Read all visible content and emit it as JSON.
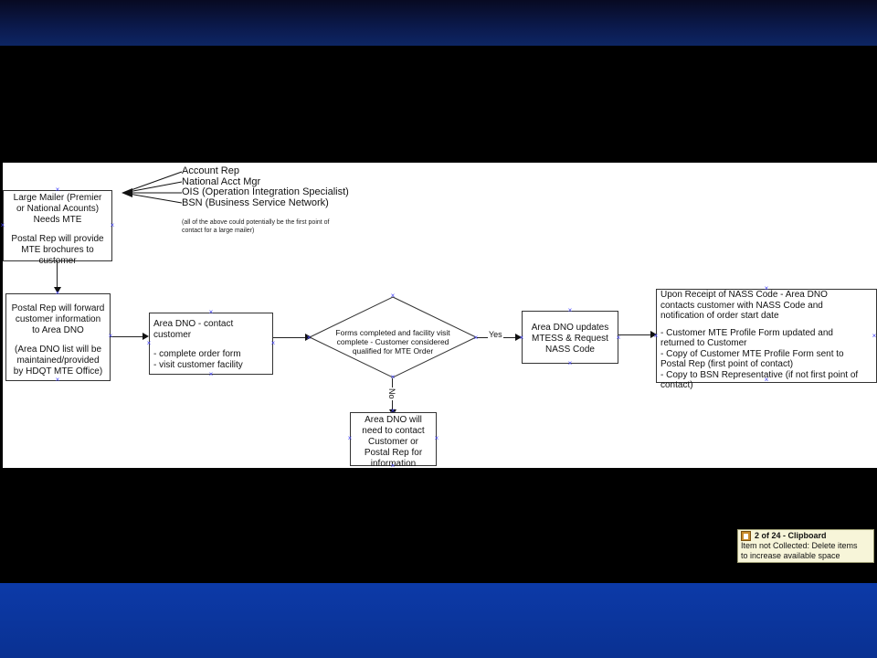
{
  "flow": {
    "references": [
      "Account Rep",
      "National Acct Mgr",
      "OIS (Operation Integration Specialist)",
      "BSN (Business Service Network)"
    ],
    "reference_note": [
      "(all of the above could potentially be the first point of",
      "contact for a large mailer)"
    ],
    "box1": {
      "lines": [
        "Large Mailer (Premier",
        "or National Acounts)",
        "Needs MTE"
      ],
      "lines2": [
        "Postal Rep will provide",
        "MTE brochures to",
        "customer"
      ]
    },
    "box2": {
      "lines": [
        "Postal Rep will forward",
        "customer information",
        "to Area DNO"
      ],
      "lines2": [
        "(Area DNO list will be",
        "maintained/provided",
        "by HDQT MTE Office)"
      ]
    },
    "box3": {
      "lines": [
        "Area DNO - contact",
        "customer"
      ],
      "lines2": [
        "-  complete order form",
        "-  visit customer facility"
      ]
    },
    "decision": [
      "Forms completed and facility visit",
      "complete - Customer considered",
      "qualified for MTE Order"
    ],
    "yes_label": "Yes",
    "no_label": "No",
    "box4": [
      "Area DNO updates",
      "MTESS & Request",
      "NASS Code"
    ],
    "box5": [
      "Area DNO will",
      "need to contact",
      "Customer or",
      "Postal Rep for",
      "information"
    ],
    "box6": {
      "lines": [
        "Upon Receipt of NASS Code - Area DNO",
        "contacts customer with NASS Code and",
        "notification of order start date"
      ],
      "lines2": [
        "- Customer MTE Profile Form updated and",
        "returned to Customer",
        "- Copy of Customer MTE Profile Form sent to",
        "Postal Rep (first point of contact)",
        "- Copy to BSN Representative (if not first point of",
        "contact)"
      ]
    }
  },
  "clipboard": {
    "icon": "clipboard-icon",
    "title": "2 of 24 - Clipboard",
    "message_lines": [
      "Item not Collected: Delete items",
      "to increase available space"
    ]
  },
  "colors": {
    "background": "#000000",
    "top_band": "#0b1a4d",
    "bottom_band": "#0c3aa8",
    "toast": "#f7f5d9",
    "handle_marks": "#4a4aff"
  }
}
